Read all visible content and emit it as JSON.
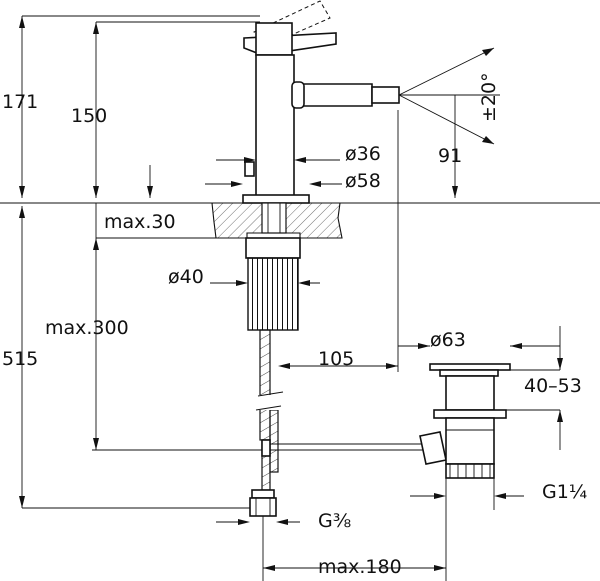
{
  "drawing": {
    "dimensions": {
      "overall_height_above": "171",
      "spout_height": "150",
      "body_diameter": "ø36",
      "base_diameter": "ø58",
      "spout_reach": "91",
      "aerator_angle": "±20°",
      "max_deck_thickness": "max.30",
      "shank_diameter": "ø40",
      "max_hose_length": "max.300",
      "overall_height_below": "515",
      "waste_offset": "105",
      "waste_head_diameter": "ø63",
      "waste_adjust_range": "40–53",
      "waste_thread": "G1¼",
      "inlet_thread": "G⅜",
      "max_waste_distance": "max.180"
    }
  }
}
